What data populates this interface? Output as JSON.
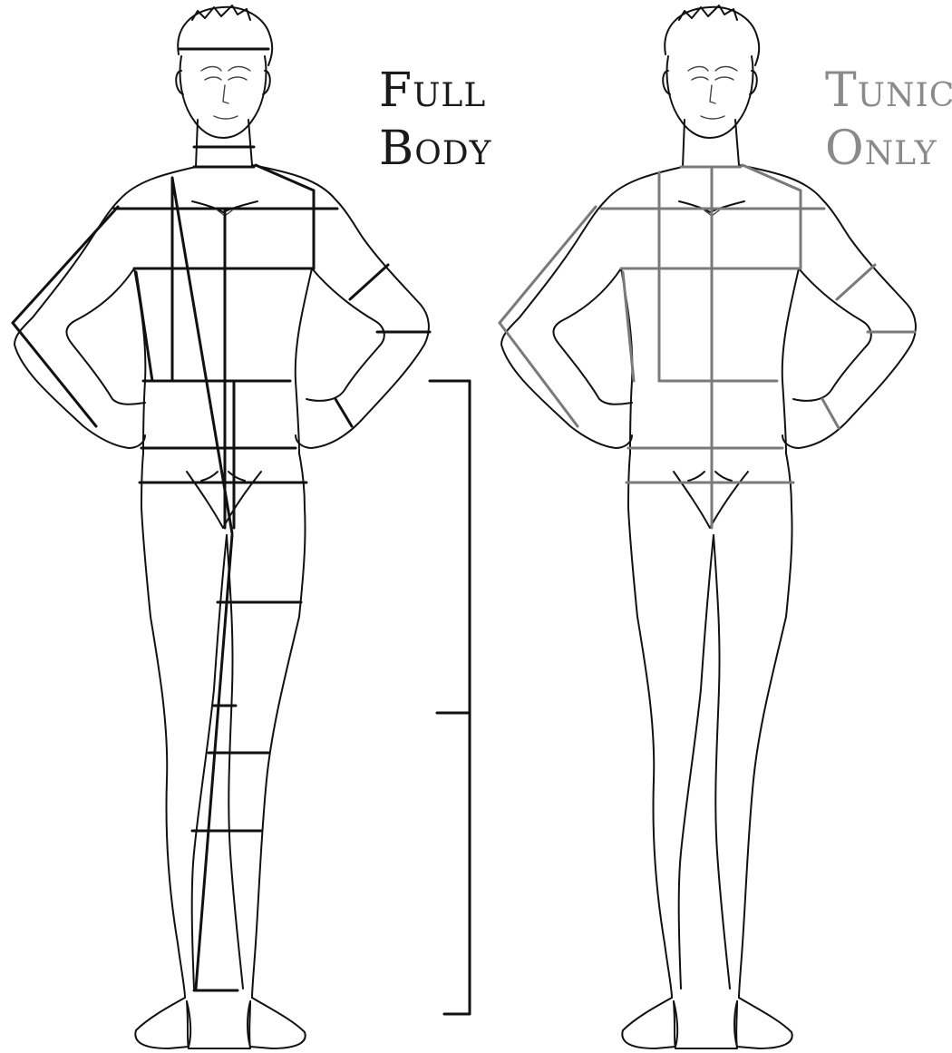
{
  "titles": {
    "full_body": [
      "Full",
      "Body"
    ],
    "tunic_only": [
      "Tunic",
      "Only"
    ]
  },
  "colors": {
    "outline": "#111111",
    "full_body_lines": "#111111",
    "tunic_lines": "#7a7a7a",
    "tunic_title": "#8a8a8a",
    "background": "#ffffff"
  },
  "figures": [
    "full-body-figure",
    "tunic-only-figure"
  ]
}
